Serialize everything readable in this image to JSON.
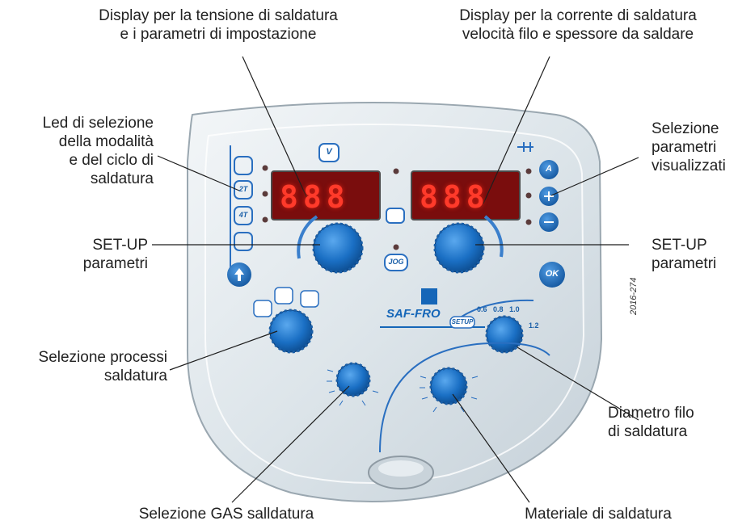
{
  "labels": {
    "display_voltage": [
      "Display per la tensione di saldatura",
      "e i parametri di impostazione"
    ],
    "display_current": [
      "Display per la corrente di saldatura",
      "velocità filo e spessore da saldare"
    ],
    "led_mode": [
      "Led di selezione",
      "della modalità",
      "e del ciclo di",
      "saldatura"
    ],
    "param_select": [
      "Selezione",
      "parametri",
      "visualizzati"
    ],
    "setup_left": [
      "SET-UP",
      "parametri"
    ],
    "setup_right": [
      "SET-UP",
      "parametri"
    ],
    "process_select": [
      "Selezione processi",
      "saldatura"
    ],
    "wire_diameter": [
      "Diametro filo",
      "di saldatura"
    ],
    "gas_select": "Selezione GAS salldatura",
    "material": "Materiale di saldatura"
  },
  "panel": {
    "brand": "SAF-FRO",
    "side_code": "2016-274",
    "display_left": "888",
    "display_right": "888",
    "buttons": {
      "v": "V",
      "a": "A",
      "ok": "OK",
      "jog": "JOG",
      "mode_2t": "2T",
      "mode_4t": "4T",
      "setup": "SETUP"
    },
    "wire_scale": [
      "0.6",
      "0.8",
      "1.0",
      "1.2"
    ]
  },
  "colors": {
    "panel": "#dfe7ec",
    "knob": "#1a6fc4",
    "display": "#b01010",
    "accent": "#2a6fc0"
  }
}
